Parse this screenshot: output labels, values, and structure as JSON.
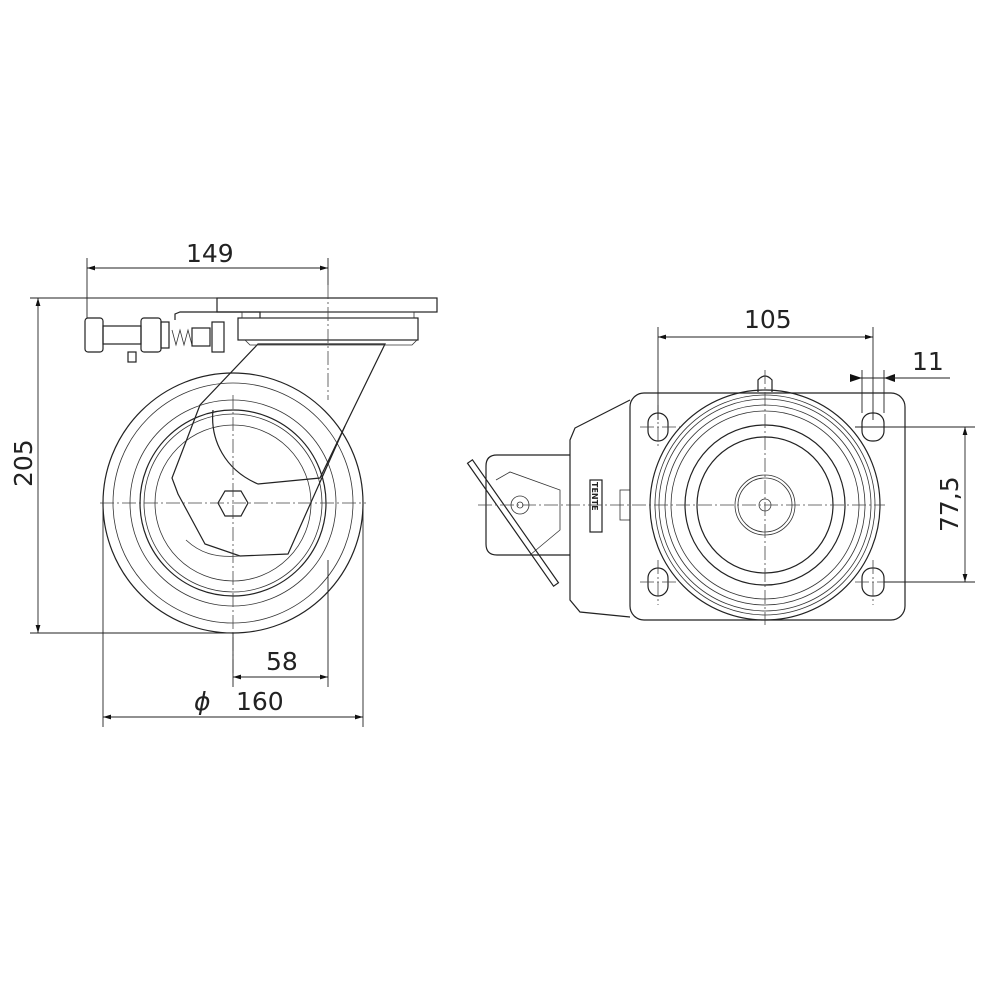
{
  "side_view": {
    "dim_width": "149",
    "dim_height": "205",
    "dim_offset": "58",
    "dim_diameter_symbol": "ϕ",
    "dim_diameter": "160"
  },
  "top_view": {
    "dim_hole_spacing_x": "105",
    "dim_hole_width": "11",
    "dim_hole_spacing_y": "77,5",
    "brand_logo": "TENTE"
  }
}
